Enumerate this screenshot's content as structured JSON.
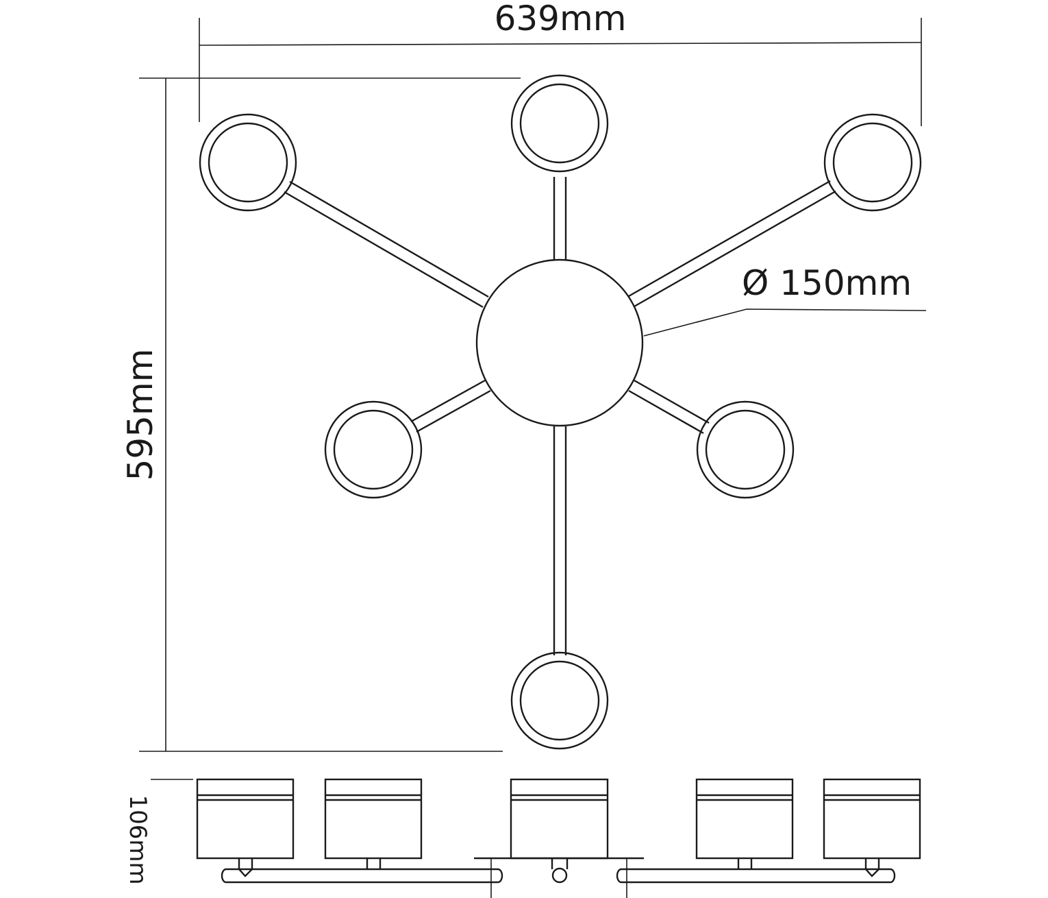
{
  "dimensions": {
    "width": "639mm",
    "height": "595mm",
    "diameter": "Ø 150mm",
    "depth": "106mm"
  },
  "colors": {
    "line": "#1a1a1a",
    "background": "#ffffff"
  }
}
